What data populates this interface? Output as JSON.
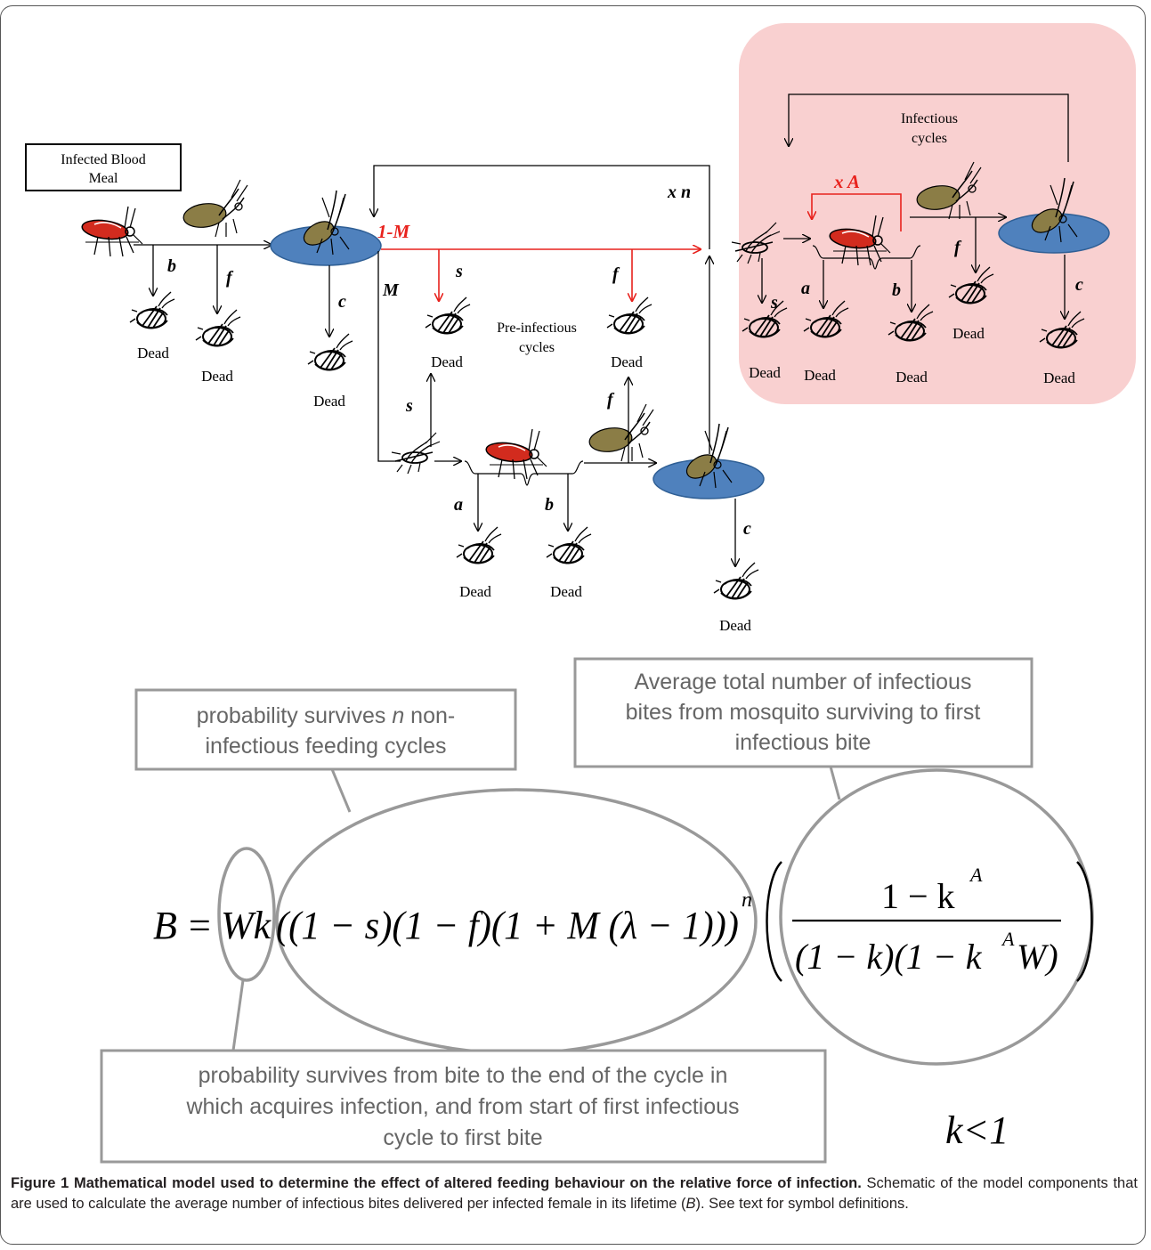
{
  "diagram": {
    "input_box": {
      "line1": "Infected Blood",
      "line2": "Meal"
    },
    "dead_label": "Dead",
    "pre_infectious": {
      "line1": "Pre-infectious",
      "line2": "cycles"
    },
    "infectious": {
      "line1": "Infectious",
      "line2": "cycles"
    },
    "symbols": {
      "b": "b",
      "f": "f",
      "c": "c",
      "s": "s",
      "a": "a",
      "M": "M",
      "one_minus_M": "1-M",
      "xn": "x n",
      "xA": "x A"
    },
    "colors": {
      "red_path": "#e8221d",
      "pond": "#4f81bd",
      "infectious_bg": "#f9d0d0",
      "mosquito_body": "#d22b1e",
      "abdomen": "#8b7d46"
    }
  },
  "equation": {
    "lhs": "B",
    "eq": "=",
    "Wk": "Wk",
    "middle": "((1 − s)(1 − f)(1 + M (λ − 1)))",
    "exponent": "n",
    "numerator": "1 − k",
    "num_exp": "A",
    "denominator_a": "(1 − k)(1 − k",
    "den_exp": "A",
    "denominator_b": "W)",
    "condition": "k<1"
  },
  "callouts": {
    "top_left": {
      "line1": "probability survives",
      "italic": "n",
      "line1b": "non-",
      "line2": "infectious feeding cycles"
    },
    "top_right": {
      "line1": "Average total number of infectious",
      "line2": "bites from mosquito surviving to first",
      "line3": "infectious bite"
    },
    "bottom": {
      "line1": "probability survives from bite to the end of the cycle in",
      "line2": "which acquires infection, and from start of first infectious",
      "line3": "cycle to first bite"
    }
  },
  "caption": {
    "title": "Figure 1 Mathematical model used to determine the effect of altered feeding behaviour on the relative force of infection.",
    "body_1": " Schematic of the model components that are used to calculate the average number of infectious bites delivered per infected female in its lifetime (",
    "body_B": "B",
    "body_2": "). See text for symbol definitions."
  }
}
